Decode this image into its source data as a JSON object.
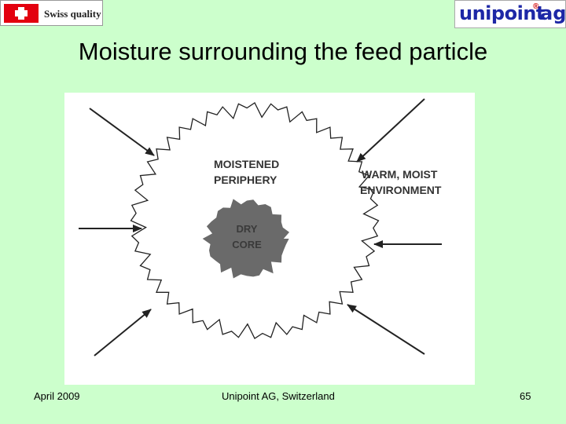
{
  "header": {
    "brand_left": "Swiss quality",
    "brand_right": "unipoint",
    "brand_right_mark": "®",
    "brand_right_suffix": "ag",
    "flag_color": "#e3000f",
    "brand_right_color": "#1d27a6"
  },
  "slide": {
    "title": "Moisture surrounding the feed particle"
  },
  "diagram": {
    "periphery_label_1": "MOISTENED",
    "periphery_label_2": "PERIPHERY",
    "environment_label_1": "WARM, MOIST",
    "environment_label_2": "ENVIRONMENT",
    "core_label_1": "DRY",
    "core_label_2": "CORE"
  },
  "footer": {
    "date": "April 2009",
    "organization": "Unipoint AG, Switzerland",
    "page_number": "65"
  }
}
